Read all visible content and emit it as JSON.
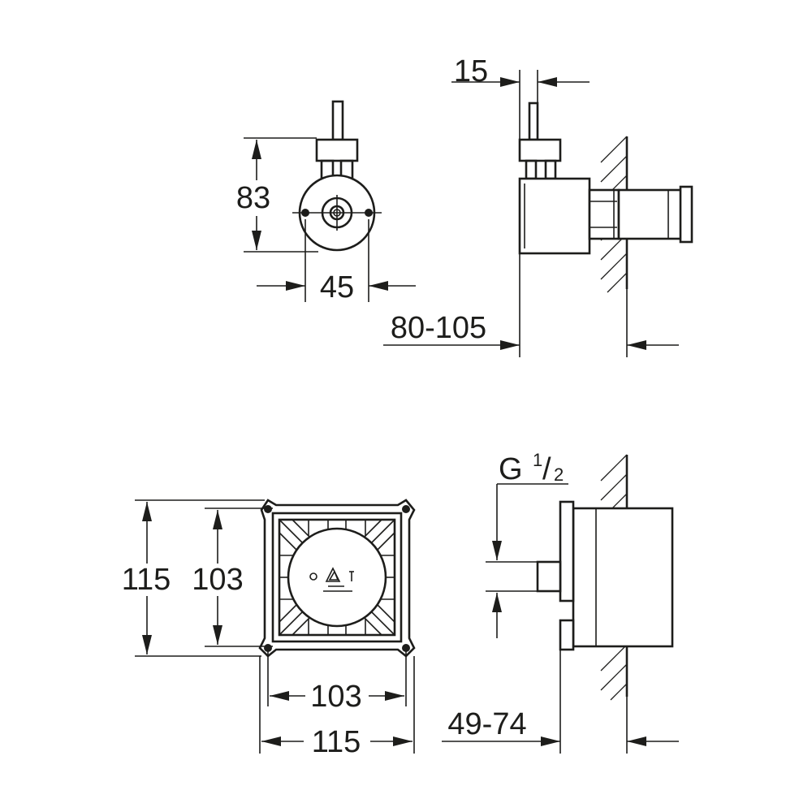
{
  "dimensions": {
    "front_height": "83",
    "front_width": "45",
    "side_top_offset": "15",
    "side_depth_range": "80-105",
    "thread_prefix": "G ",
    "thread_num": "1",
    "thread_slash": "/",
    "thread_den": "2",
    "box_outer_height": "115",
    "box_inner_height": "103",
    "box_inner_width": "103",
    "box_outer_width": "115",
    "box_depth_range": "49-74"
  }
}
